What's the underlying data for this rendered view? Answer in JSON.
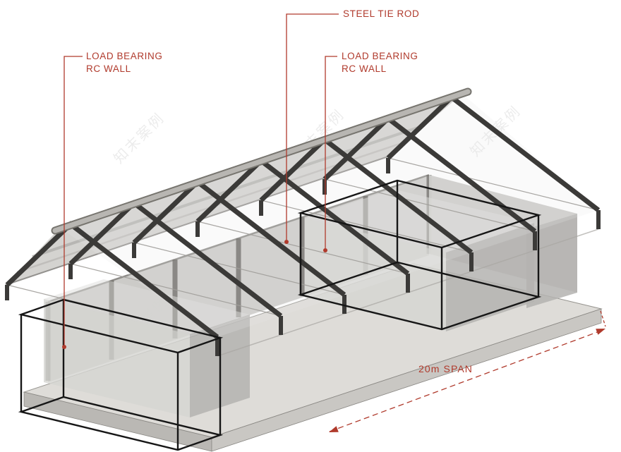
{
  "page": {
    "background": "#ffffff"
  },
  "colors": {
    "background": "#ffffff",
    "annotation_red": "#b03a2c",
    "structure_dark": "#3b3a38",
    "highlight_black": "#161616",
    "ridge_fill": "#b8b6b2",
    "ridge_edge": "#77756f",
    "roof_plane": "#d0cfcc",
    "wall_light": "#d6d5d2",
    "wall_mid": "#c9c8c5",
    "wall_dark": "#b4b3b0",
    "slab_top": "#dedcd8",
    "slab_front_sw": "#bab8b4",
    "slab_front_se": "#c9c7c3",
    "tie_rod_gray": "#a09e9a",
    "pier_gray": "#57554f"
  },
  "watermark": {
    "text": "知末案例"
  },
  "annotations": {
    "steel_tie_rod": {
      "label": "STEEL TIE ROD"
    },
    "load_bearing_left": {
      "line1": "LOAD BEARING",
      "line2": "RC WALL"
    },
    "load_bearing_center": {
      "line1": "LOAD BEARING",
      "line2": "RC WALL"
    },
    "span": {
      "label": "20m SPAN"
    }
  }
}
